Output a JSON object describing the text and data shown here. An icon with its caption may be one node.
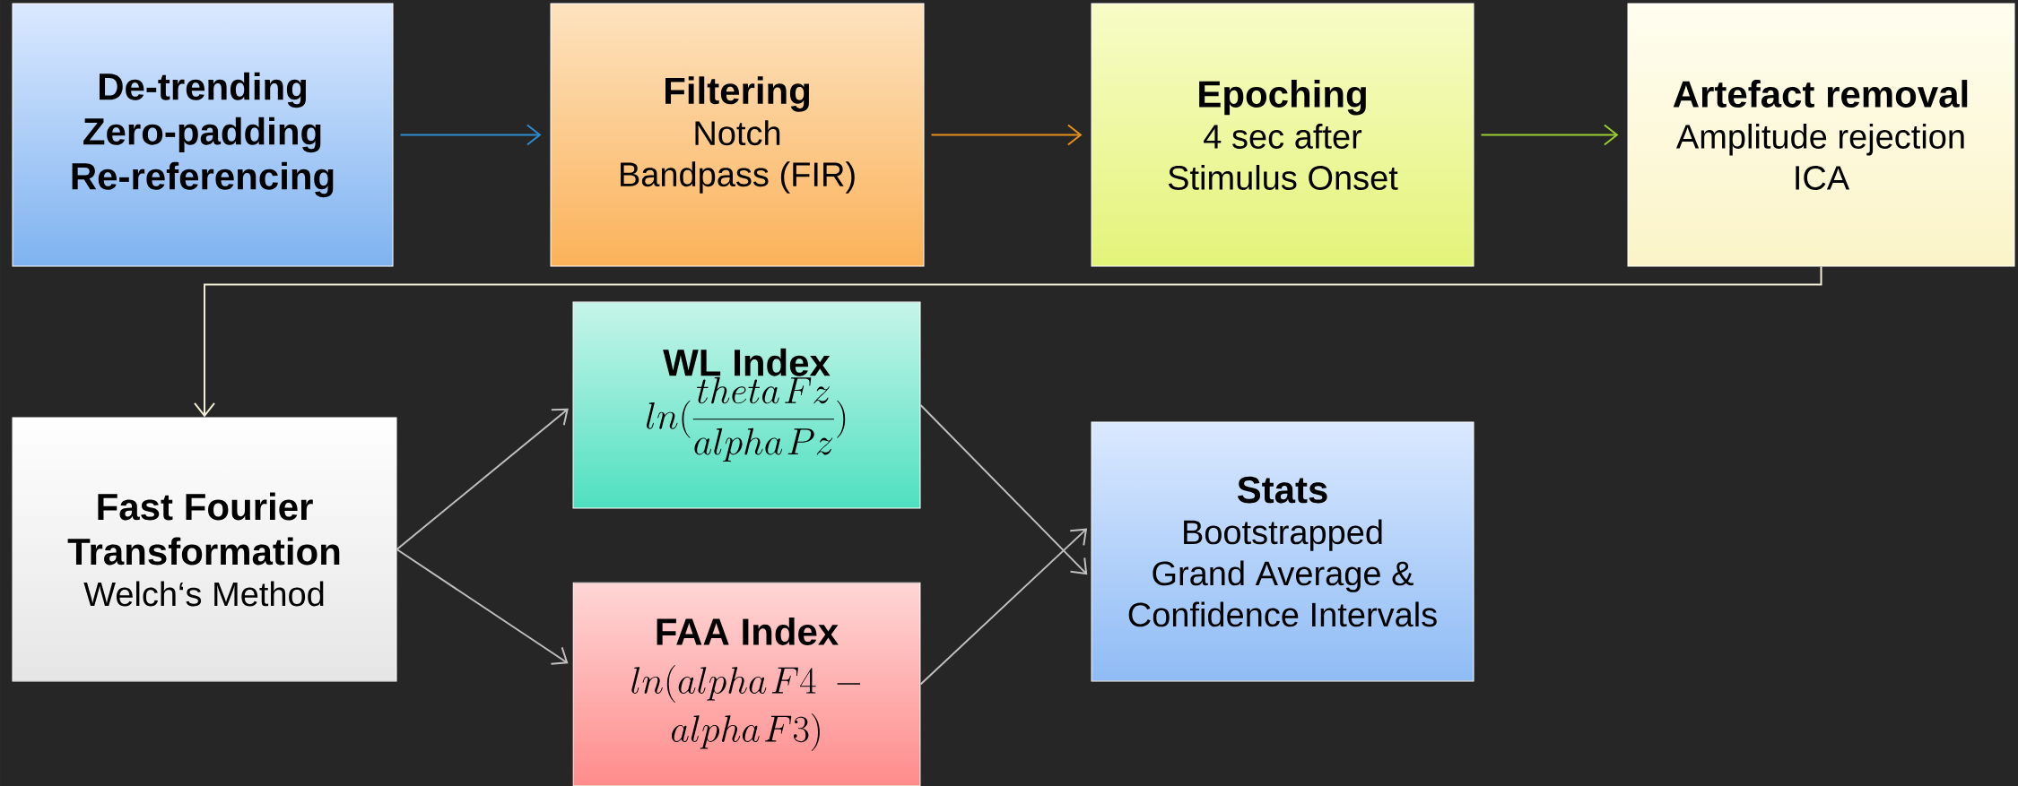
{
  "diagram": {
    "nodes": [
      {
        "text": [
          "De-trending",
          "Zero-padding",
          "Re-referencing"
        ]
      },
      {
        "text": [
          "Filtering",
          "Notch",
          "Bandpass (FIR)"
        ]
      },
      {
        "text": [
          "Epoching",
          "4 sec after Stimulus Onset"
        ]
      },
      {
        "text": [
          "Artefact removal",
          "Amplitude rejection",
          "ICA"
        ]
      },
      {
        "text": [
          "Fast Fourier Transformation",
          "Welch‘s Method"
        ]
      },
      {
        "text": [
          "WL Index",
          "ln(\\frac{theta\\ Fz}{alpha\\ Pz})"
        ]
      },
      {
        "text": [
          "FAA Index",
          "ln(alpha\\ F4 - alpha\\ F3)"
        ]
      },
      {
        "text": [
          "Stats",
          "Bootstrapped Grand Average & Confidence Intervals"
        ]
      }
    ],
    "edges": [
      {
        "from": 0,
        "to": 1,
        "arrow": "to",
        "color": "#2e8bd0"
      },
      {
        "from": 1,
        "to": 2,
        "arrow": "to",
        "color": "#e8901c"
      },
      {
        "from": 2,
        "to": 3,
        "arrow": "to",
        "color": "#9acd32"
      },
      {
        "from": 3,
        "to": 4,
        "arrow": "to",
        "color": "#f2edd5"
      },
      {
        "from": 4,
        "to": 5,
        "arrow": "to"
      },
      {
        "from": 4,
        "to": 6,
        "arrow": "to"
      },
      {
        "from": 5,
        "to": 7,
        "arrow": "to"
      },
      {
        "from": 6,
        "to": 7,
        "arrow": "to"
      }
    ]
  }
}
